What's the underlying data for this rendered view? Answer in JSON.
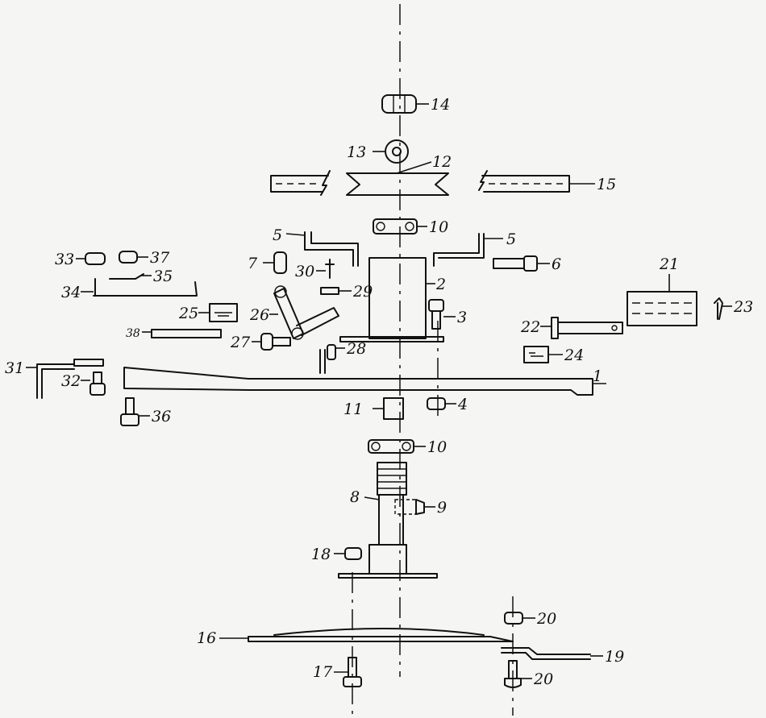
{
  "part_labels": [
    "1",
    "2",
    "3",
    "4",
    "5",
    "5",
    "6",
    "7",
    "8",
    "9",
    "10",
    "10",
    "11",
    "12",
    "13",
    "14",
    "15",
    "16",
    "17",
    "18",
    "19",
    "20",
    "20",
    "21",
    "22",
    "23",
    "24",
    "25",
    "26",
    "27",
    "28",
    "29",
    "30",
    "31",
    "32",
    "33",
    "34",
    "35",
    "36",
    "37",
    "38"
  ]
}
